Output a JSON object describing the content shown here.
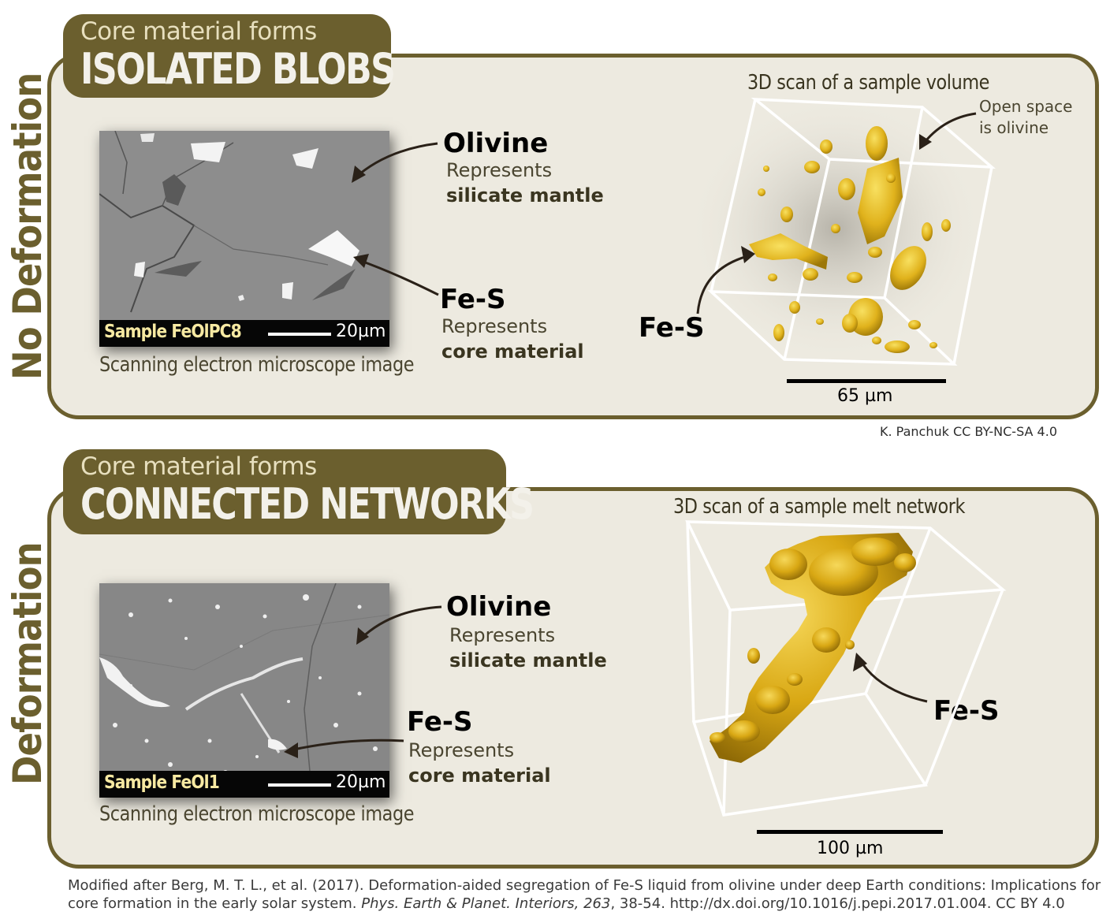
{
  "top": {
    "side_label": "No Deformation",
    "tag_sub": "Core material forms",
    "tag_title": "ISOLATED BLOBS",
    "sem_sample": "Sample FeOlPC8",
    "sem_scale": "20µm",
    "sem_caption": "Scanning electron microscope image",
    "mineral": {
      "name": "Olivine",
      "represents": "Represents",
      "role": "silicate mantle"
    },
    "core": {
      "name": "Fe-S",
      "represents": "Represents",
      "role": "core material"
    },
    "scan_title": "3D scan of a sample volume",
    "open_space_line1": "Open space",
    "open_space_line2": "is olivine",
    "scan_fes": "Fe-S",
    "scale": "65 µm"
  },
  "credit": "K. Panchuk CC BY-NC-SA 4.0",
  "bottom": {
    "side_label": "Deformation",
    "tag_sub": "Core material forms",
    "tag_title": "CONNECTED NETWORKS",
    "sem_sample": "Sample FeOl1",
    "sem_scale": "20µm",
    "sem_caption": "Scanning electron microscope image",
    "mineral": {
      "name": "Olivine",
      "represents": "Represents",
      "role": "silicate mantle"
    },
    "core": {
      "name": "Fe-S",
      "represents": "Represents",
      "role": "core material"
    },
    "scan_title": "3D scan of a sample melt network",
    "scan_fes": "Fe-S",
    "scale": "100 µm"
  },
  "footer": {
    "line1": "Modified after Berg, M. T. L., et al. (2017). Deformation-aided segregation of Fe-S liquid from olivine under deep Earth conditions: Implications for",
    "line2_a": "core formation in the early solar system. ",
    "line2_journal": "Phys. Earth & Planet. Interiors, 263",
    "line2_b": ", 38-54. http://dx.doi.org/10.1016/j.pepi.2017.01.004. CC BY 4.0"
  },
  "colors": {
    "frame": "#6b5f2e",
    "panel_bg": "#edeae0",
    "melt": "#e0b21c",
    "arrow": "#2a2118"
  }
}
